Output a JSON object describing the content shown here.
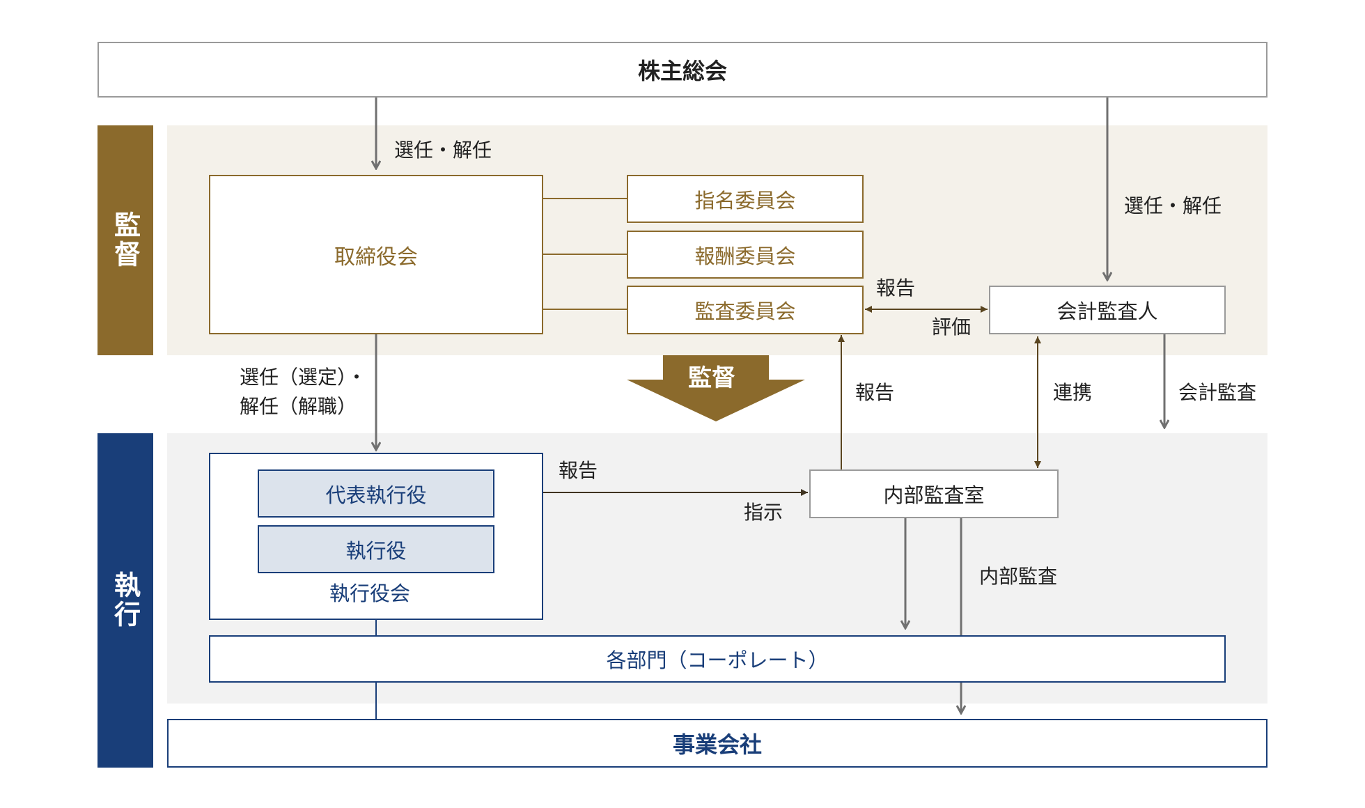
{
  "colors": {
    "supervision_accent": "#8b6a2c",
    "supervision_bg": "#f4f1ea",
    "execution_accent": "#193e79",
    "execution_bg": "#f2f2f2",
    "execution_box_fill": "#dce3ec",
    "arrow_gray": "#707070",
    "text_dark": "#222222"
  },
  "top": {
    "shareholders_meeting": "株主総会"
  },
  "side_labels": {
    "supervision": "監督",
    "execution": "執行"
  },
  "supervision": {
    "board": "取締役会",
    "committees": [
      "指名委員会",
      "報酬委員会",
      "監査委員会"
    ],
    "accounting_auditor": "会計監査人",
    "big_arrow_label": "監督"
  },
  "execution": {
    "ceo": "代表執行役",
    "executive_officer": "執行役",
    "executive_committee": "執行役会",
    "internal_audit_office": "内部監査室",
    "departments": "各部門（コーポレート）",
    "business_companies": "事業会社"
  },
  "labels": {
    "select_dismiss_top": "選任・解任",
    "select_dismiss_right": "選任・解任",
    "select_line1": "選任（選定）・",
    "select_line2": "解任（解職）",
    "report_auditor": "報告",
    "evaluation": "評価",
    "report_internal_up": "報告",
    "cooperation": "連携",
    "accounting_audit": "会計監査",
    "report_execution": "報告",
    "instruction": "指示",
    "internal_audit": "内部監査"
  }
}
